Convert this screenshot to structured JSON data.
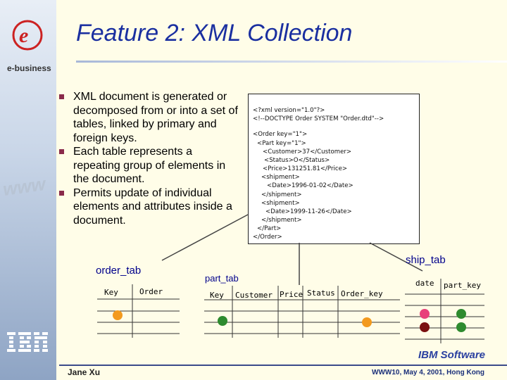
{
  "title": "Feature 2: XML Collection",
  "branding": {
    "ebusiness": "e-business",
    "ibm": "IBM",
    "ibm_software": "IBM Software",
    "www": "www"
  },
  "bullets": [
    "XML document is generated or decomposed from or into a set of tables, linked by primary and foreign keys.",
    "Each table represents a repeating group of elements in the document.",
    "Permits update of individual elements and attributes inside a document."
  ],
  "xml_lines": [
    "<?xml version=\"1.0\"?>",
    "<!--DOCTYPE Order SYSTEM \"Order.dtd\"-->",
    "<Order key=\"1\">",
    "<Part key=\"1\">",
    "<Customer>37</Customer>",
    "<Status>O</Status>",
    "<Price>131251.81</Price>",
    "<shipment>",
    "<Date>1996-01-02</Date>",
    "</shipment>",
    "<shipment>",
    "<Date>1999-11-26</Date>",
    "</shipment>",
    "</Part>",
    "</Order>"
  ],
  "tables": {
    "order_tab": {
      "name": "order_tab",
      "columns": [
        "Key",
        "Order"
      ]
    },
    "part_tab": {
      "name": "part_tab",
      "columns": [
        "Key",
        "Customer",
        "Price",
        "Status",
        "Order_key"
      ]
    },
    "ship_tab": {
      "name": "ship_tab",
      "columns": [
        "date",
        "part_key"
      ]
    }
  },
  "dot_colors": {
    "orange": "#f39a1e",
    "green": "#2e8b2e",
    "pink": "#e8407a",
    "darkred": "#7a1010"
  },
  "colors": {
    "title": "#1a2fa0",
    "label": "#00008b",
    "bullet": "#8a2a4a"
  },
  "footer": {
    "author": "Jane Xu",
    "conference": "WWW10, May 4, 2001, Hong Kong"
  }
}
